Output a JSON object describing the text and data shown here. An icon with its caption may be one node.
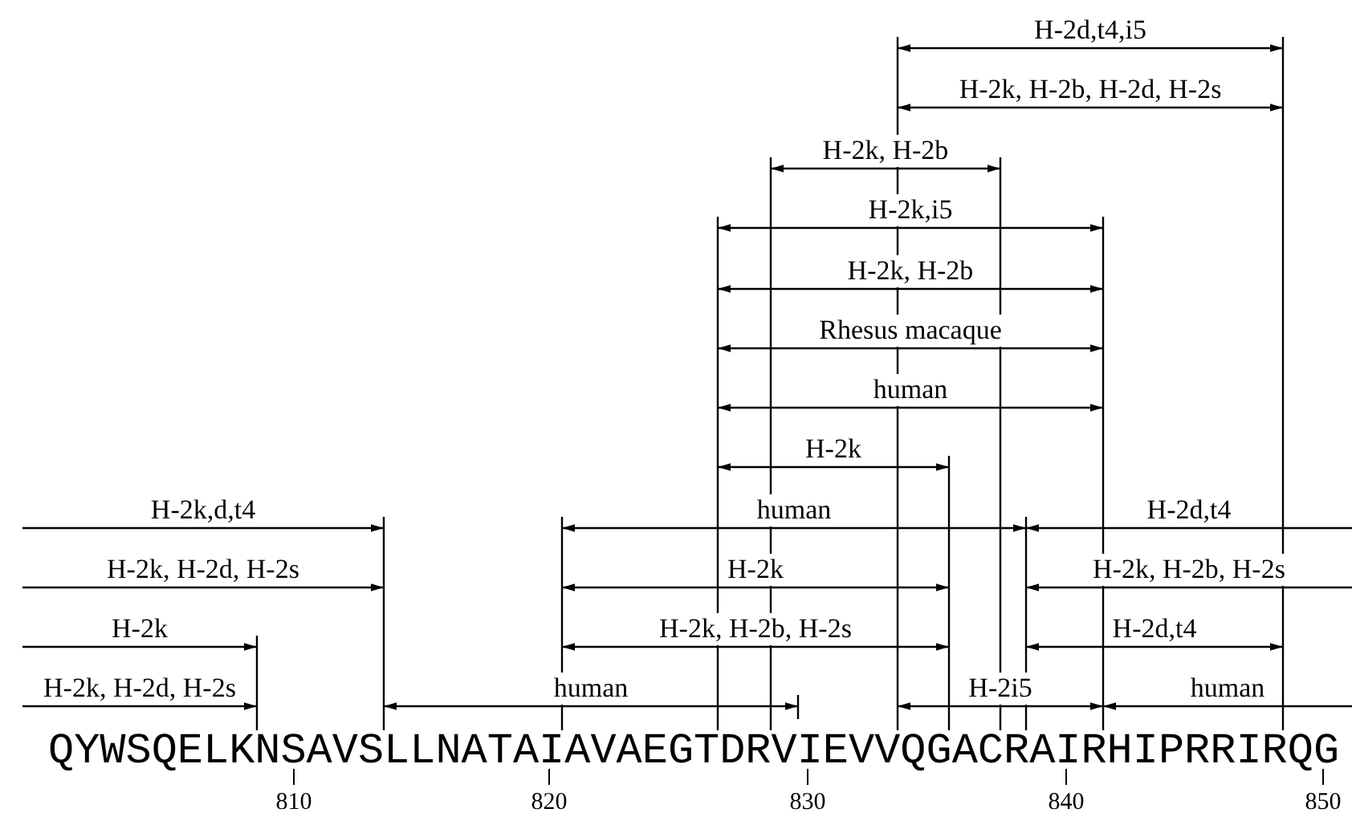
{
  "diagram": {
    "labels": [
      "H-2d,t4,i5",
      "H-2k, H-2b, H-2d, H-2s",
      "H-2k, H-2b",
      "H-2k,i5",
      "H-2k, H-2b",
      "Rhesus macaque",
      "human",
      "H-2k",
      "H-2k,d,t4",
      "human",
      "H-2d,t4",
      "H-2k, H-2d, H-2s",
      "H-2k",
      "H-2k, H-2b, H-2s",
      "H-2k",
      "H-2k, H-2b, H-2s",
      "H-2d,t4",
      "H-2k, H-2d, H-2s",
      "human",
      "H-2i5",
      "human",
      "QYWSQELKNSAVSLLNATAIAVAEGTDRVIEVVQGACRAIRHIPRRIRQG",
      "810",
      "820",
      "830",
      "840",
      "850"
    ]
  }
}
